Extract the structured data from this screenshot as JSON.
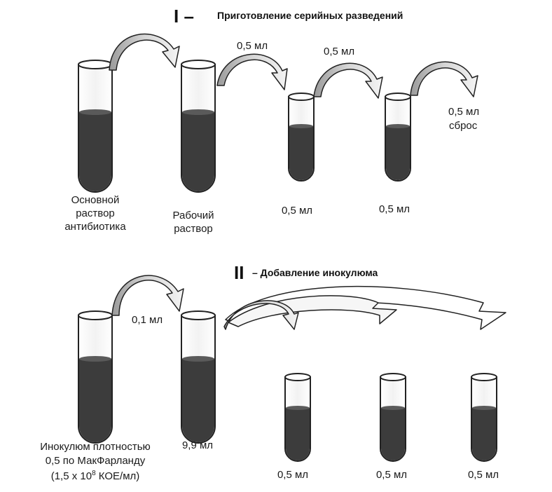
{
  "section1": {
    "roman": "I –",
    "title": "Приготовление серийных разведений",
    "arrow1_label": "0,5 мл",
    "arrow2_label": "0,5 мл",
    "discard_label_1": "0,5 мл",
    "discard_label_2": "сброс",
    "tube1_label": [
      "Основной",
      "раствор",
      "антибиотика"
    ],
    "tube2_label": [
      "Рабочий",
      "раствор"
    ],
    "tube3_label": "0,5 мл",
    "tube4_label": "0,5 мл"
  },
  "section2": {
    "roman": "II",
    "title": "– Добавление инокулюма",
    "arrow_label": "0,1 мл",
    "tube1_label_line1": "Инокулюм плотностью",
    "tube1_label_line2": "0,5 по МакФарланду",
    "tube1_label_line3_prefix": "(1,5 х 10",
    "tube1_label_line3_exp": "8",
    "tube1_label_line3_suffix": " КОЕ/мл)",
    "tube2_label": "9,9 мл",
    "tube3_label": "0,5 мл",
    "tube4_label": "0,5 мл",
    "tube5_label": "0,5 мл"
  },
  "colors": {
    "liquid": "#3c3c3c",
    "arrow_fill": "#c8c8c8",
    "outline": "#222222"
  }
}
